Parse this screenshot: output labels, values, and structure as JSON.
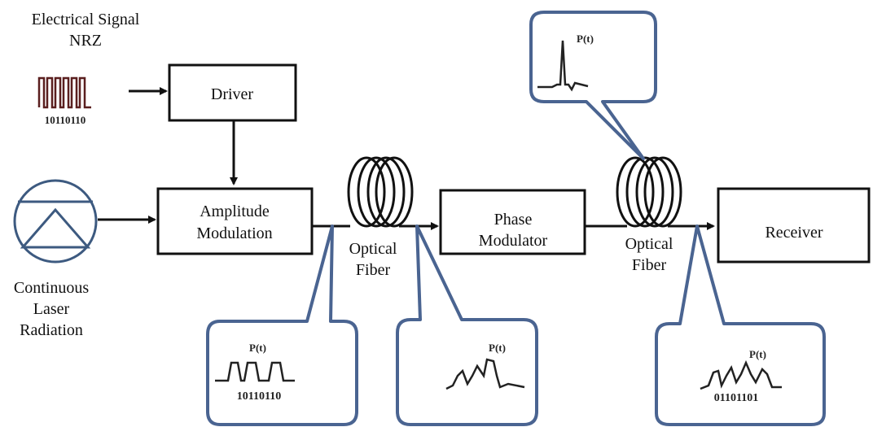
{
  "input": {
    "title_line1": "Electrical Signal",
    "title_line2": "NRZ",
    "bits": "10110110"
  },
  "blocks": {
    "driver": "Driver",
    "amplitude_line1": "Amplitude",
    "amplitude_line2": "Modulation",
    "phase_line1": "Phase",
    "phase_line2": "Modulator",
    "receiver": "Receiver"
  },
  "laser": {
    "line1": "Continuous",
    "line2": "Laser",
    "line3": "Radiation"
  },
  "fiber1": {
    "line1": "Optical",
    "line2": "Fiber"
  },
  "fiber2": {
    "line1": "Optical",
    "line2": "Fiber"
  },
  "callouts": {
    "after_modulation": {
      "label": "P(t)",
      "bits": "10110110"
    },
    "after_fiber1": {
      "label": "P(t)"
    },
    "after_fiber2": {
      "label": "P(t)"
    },
    "at_receiver": {
      "label": "P(t)",
      "bits": "01101101"
    }
  },
  "colors": {
    "callout_border": "#4a6491",
    "ink": "#111111",
    "signal_red": "#7a1f1f"
  }
}
